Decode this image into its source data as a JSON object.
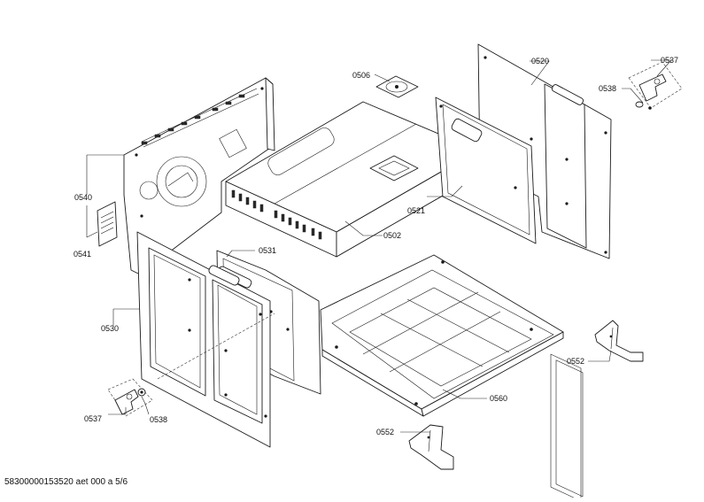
{
  "footer_code": "58300000153520 aet 000 a 5/6",
  "callouts": {
    "p0506": "0506",
    "p0520": "0520",
    "p0537_top": "0537",
    "p0538_top": "0538",
    "p0540": "0540",
    "p0521": "0521",
    "p0541": "0541",
    "p0502": "0502",
    "p0531": "0531",
    "p0530": "0530",
    "p0552_right": "0552",
    "p0560": "0560",
    "p0537_bottom": "0537",
    "p0538_bottom": "0538",
    "p0552_bottom": "0552"
  }
}
